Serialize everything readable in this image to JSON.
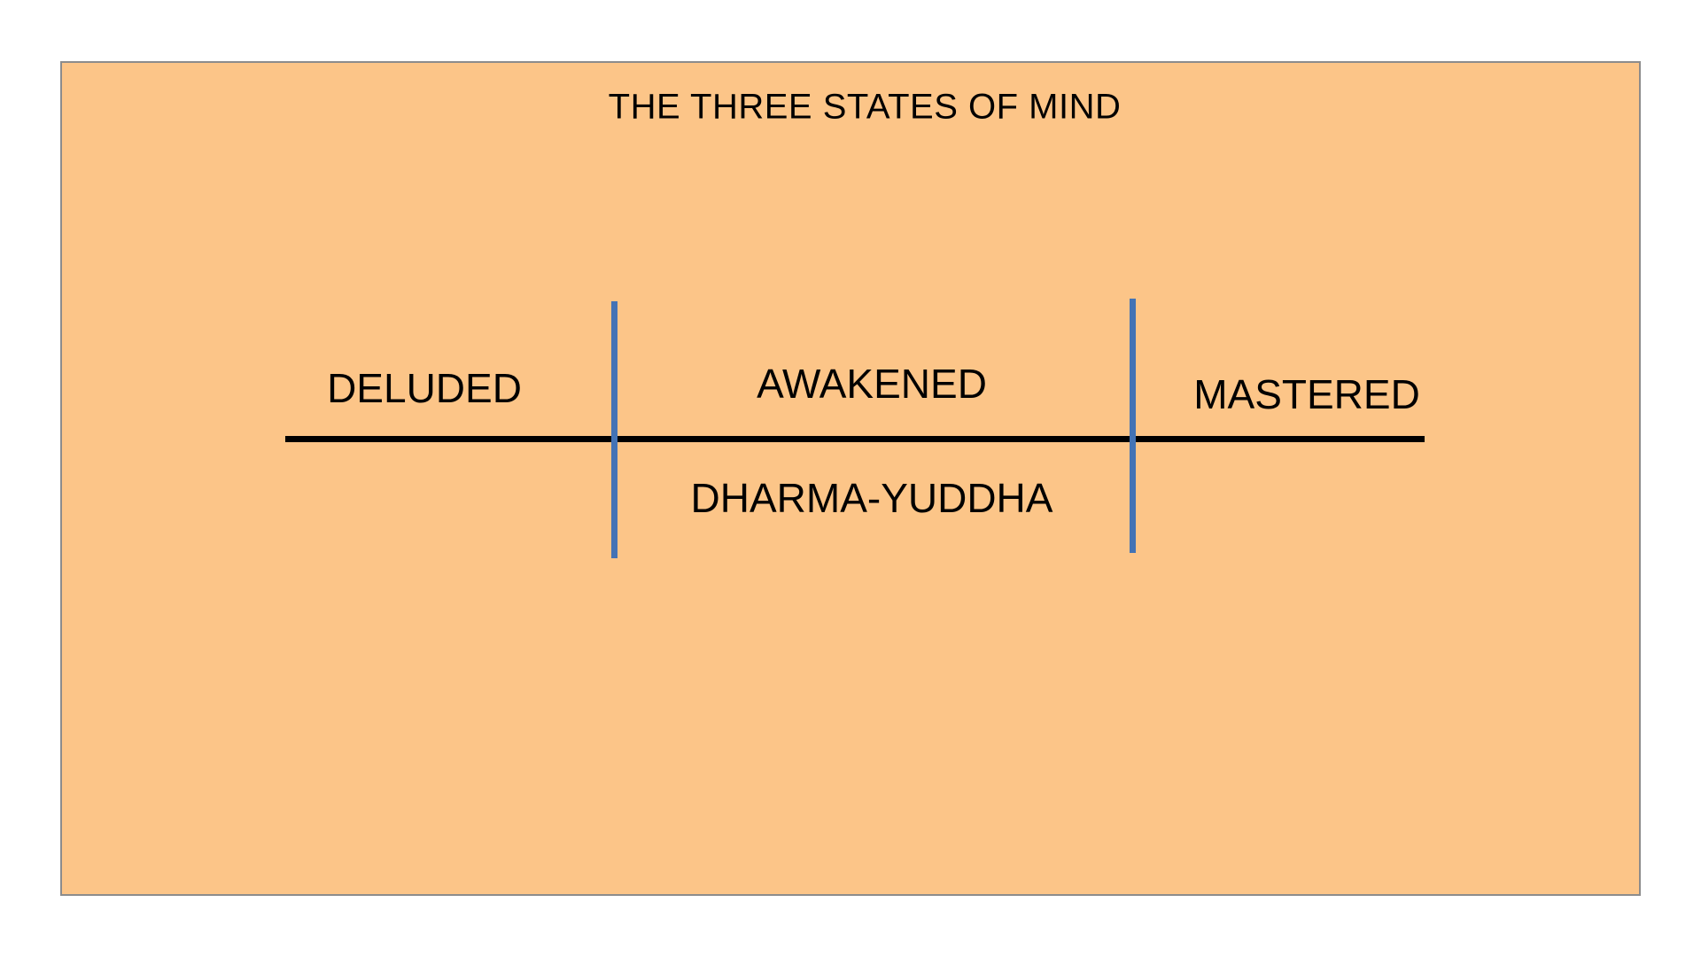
{
  "diagram": {
    "title": "THE THREE STATES OF MIND",
    "axis": {
      "left_label": "DELUDED",
      "middle_label": "AWAKENED",
      "right_label": "MASTERED",
      "below_middle_label": "DHARMA-YUDDHA"
    },
    "colors": {
      "page_background": "#FFFFFF",
      "panel_background": "#FCC588",
      "panel_border": "#8C8C8C",
      "axis_line": "#000000",
      "divider_line": "#4373B5",
      "text": "#000000"
    }
  }
}
